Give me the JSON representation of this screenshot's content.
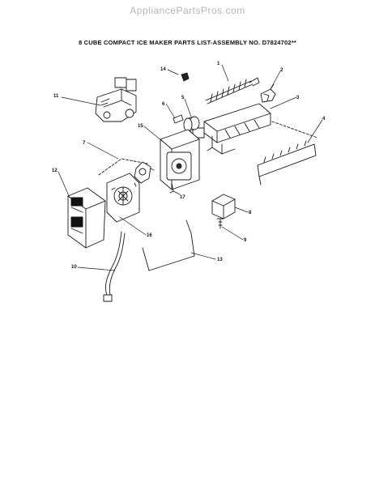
{
  "watermark": "AppliancePartsPros.com",
  "title": "8 CUBE COMPACT ICE MAKER PARTS LIST-ASSEMBLY NO. D7824702**",
  "callouts": [
    "1",
    "2",
    "3",
    "4",
    "5",
    "6",
    "7",
    "8",
    "9",
    "10",
    "11",
    "12",
    "13",
    "14",
    "15",
    "16",
    "17"
  ]
}
